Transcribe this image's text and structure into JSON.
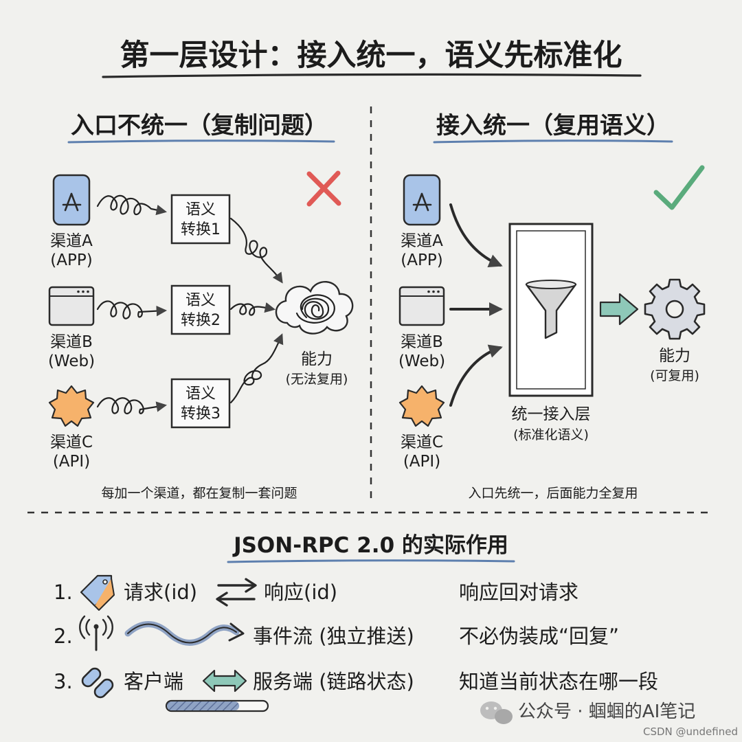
{
  "title": "第一层设计：接入统一，语义先标准化",
  "left_panel": {
    "title": "入口不统一（复制问题）",
    "channels": [
      {
        "name": "渠道A",
        "sub": "(APP)"
      },
      {
        "name": "渠道B",
        "sub": "(Web)"
      },
      {
        "name": "渠道C",
        "sub": "(API)"
      }
    ],
    "converters": [
      {
        "line1": "语义",
        "line2": "转换1"
      },
      {
        "line1": "语义",
        "line2": "转换2"
      },
      {
        "line1": "语义",
        "line2": "转换3"
      }
    ],
    "result": {
      "line1": "能力",
      "line2": "(无法复用)"
    },
    "caption": "每加一个渠道，都在复制一套问题",
    "status_color": "#e05a56"
  },
  "right_panel": {
    "title": "接入统一（复用语义）",
    "channels": [
      {
        "name": "渠道A",
        "sub": "(APP)"
      },
      {
        "name": "渠道B",
        "sub": "(Web)"
      },
      {
        "name": "渠道C",
        "sub": "(API)"
      }
    ],
    "layer": {
      "line1": "统一接入层",
      "line2": "(标准化语义)"
    },
    "result": {
      "line1": "能力",
      "line2": "(可复用)"
    },
    "caption": "入口先统一，后面能力全复用",
    "status_color": "#5aab7c"
  },
  "bottom": {
    "title": "JSON-RPC 2.0 的实际作用",
    "rows": [
      {
        "num": "1.",
        "icon": "tag-icon",
        "left": "请求(id)",
        "connector": "swap-arrows",
        "right": "响应(id)",
        "desc": "响应回对请求"
      },
      {
        "num": "2.",
        "icon": "antenna-icon",
        "left": "",
        "connector": "wave-arrow",
        "right": "事件流 (独立推送)",
        "desc": "不必伪装成“回复”"
      },
      {
        "num": "3.",
        "icon": "link-icon",
        "left": "客户端",
        "connector": "double-arrow",
        "right": "服务端 (链路状态)",
        "desc": "知道当前状态在哪一段"
      }
    ],
    "progress": 0.72
  },
  "watermark": "公众号 · 蝈蝈的AI笔记",
  "csdn": "CSDN @undefined",
  "colors": {
    "app_blue": "#a9c4e8",
    "api_orange": "#f6b26b",
    "arrow_teal": "#8ec8b8",
    "underline_blue": "#5d7fae"
  }
}
